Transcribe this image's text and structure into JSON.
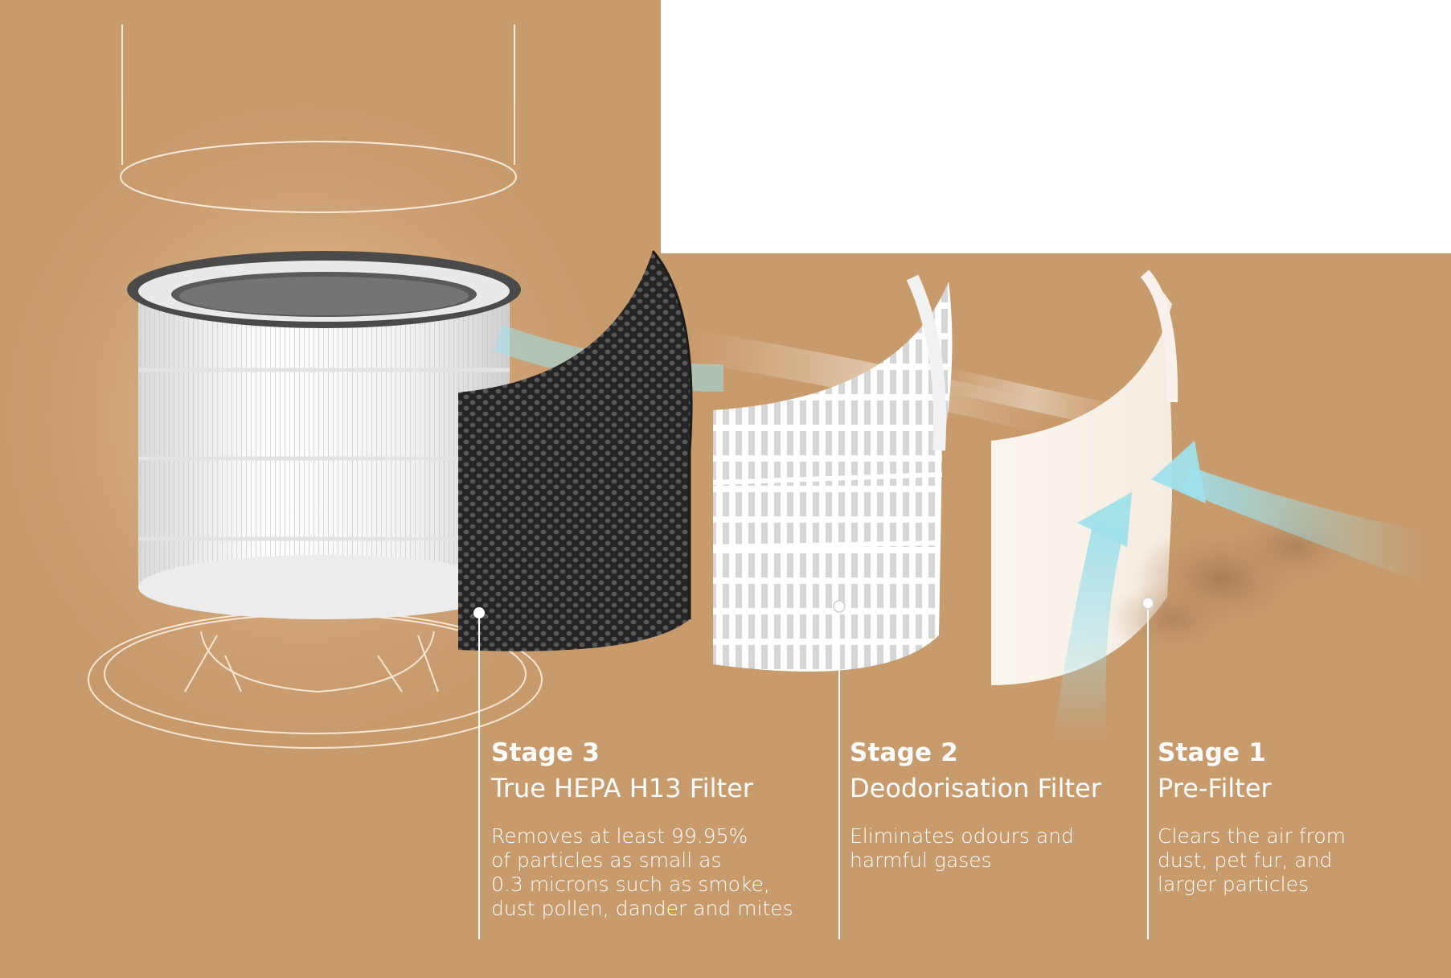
{
  "colors": {
    "background": "#c89b6d",
    "white_block": "#ffffff",
    "text": "#ffffff",
    "carbon_filter": "#2b2a2a",
    "airflow": "#9fe0ea"
  },
  "stages": [
    {
      "stage_label": "Stage 3",
      "filter_name": "True HEPA H13 Filter",
      "description": "Removes at least 99.95%\nof particles as small as\n0.3 microns such as smoke,\ndust pollen, dander and mites"
    },
    {
      "stage_label": "Stage 2",
      "filter_name": "Deodorisation Filter",
      "description": "Eliminates odours and\nharmful gases"
    },
    {
      "stage_label": "Stage 1",
      "filter_name": "Pre-Filter",
      "description": "Clears the air from\ndust, pet fur, and\nlarger particles"
    }
  ],
  "icons": {
    "cylinder_filter": "hepa-cylinder-filter-icon",
    "carbon_sheet": "carbon-filter-sheet-icon",
    "mesh_sheet": "mesh-filter-sheet-icon",
    "pre_filter_sheet": "pre-filter-sheet-icon",
    "airflow_arrow": "airflow-arrow-icon",
    "dust": "dust-particles-icon"
  }
}
